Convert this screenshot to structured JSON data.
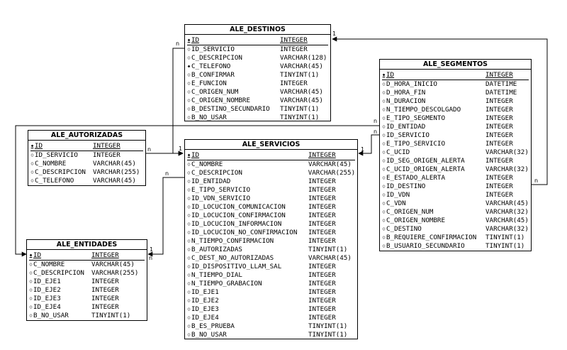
{
  "tables": [
    {
      "id": "destinos",
      "title": "ALE_DESTINOS",
      "fields": [
        {
          "mark": "◆",
          "name": "ID",
          "type": "INTEGER",
          "pk": true
        },
        {
          "mark": "○",
          "name": "ID_SERVICIO",
          "type": "INTEGER"
        },
        {
          "mark": "○",
          "name": "C_DESCRIPCION",
          "type": "VARCHAR(128)"
        },
        {
          "mark": "◆",
          "name": "C_TELEFONO",
          "type": "VARCHAR(45)"
        },
        {
          "mark": "○",
          "name": "B_CONFIRMAR",
          "type": "TINYINT(1)"
        },
        {
          "mark": "○",
          "name": "E_FUNCION",
          "type": "INTEGER"
        },
        {
          "mark": "○",
          "name": "C_ORIGEN_NUM",
          "type": "VARCHAR(45)"
        },
        {
          "mark": "○",
          "name": "C_ORIGEN_NOMBRE",
          "type": "VARCHAR(45)"
        },
        {
          "mark": "○",
          "name": "B_DESTINO_SECUNDARIO",
          "type": "TINYINT(1)"
        },
        {
          "mark": "○",
          "name": "B_NO_USAR",
          "type": "TINYINT(1)"
        }
      ]
    },
    {
      "id": "autorizadas",
      "title": "ALE_AUTORIZADAS",
      "fields": [
        {
          "mark": "◆",
          "name": "ID",
          "type": "INTEGER",
          "pk": true
        },
        {
          "mark": "○",
          "name": "ID_SERVICIO",
          "type": "INTEGER"
        },
        {
          "mark": "○",
          "name": "C_NOMBRE",
          "type": "VARCHAR(45)"
        },
        {
          "mark": "○",
          "name": "C_DESCRIPCION",
          "type": "VARCHAR(255)"
        },
        {
          "mark": "○",
          "name": "C_TELEFONO",
          "type": "VARCHAR(45)"
        }
      ]
    },
    {
      "id": "servicios",
      "title": "ALE_SERVICIOS",
      "fields": [
        {
          "mark": "◆",
          "name": "ID",
          "type": "INTEGER",
          "pk": true
        },
        {
          "mark": "○",
          "name": "C_NOMBRE",
          "type": "VARCHAR(45)"
        },
        {
          "mark": "○",
          "name": "C_DESCRIPCION",
          "type": "VARCHAR(255)"
        },
        {
          "mark": "○",
          "name": "ID_ENTIDAD",
          "type": "INTEGER"
        },
        {
          "mark": "○",
          "name": "E_TIPO_SERVICIO",
          "type": "INTEGER"
        },
        {
          "mark": "○",
          "name": "ID_VDN_SERVICIO",
          "type": "INTEGER"
        },
        {
          "mark": "○",
          "name": "ID_LOCUCION_COMUNICACION",
          "type": "INTEGER"
        },
        {
          "mark": "○",
          "name": "ID_LOCUCION_CONFIRMACION",
          "type": "INTEGER"
        },
        {
          "mark": "○",
          "name": "ID_LOCUCION_INFORMACION",
          "type": "INTEGER"
        },
        {
          "mark": "○",
          "name": "ID_LOCUCION_NO_CONFIRMACION",
          "type": "INTEGER"
        },
        {
          "mark": "○",
          "name": "N_TIEMPO_CONFIRMACION",
          "type": "INTEGER"
        },
        {
          "mark": "○",
          "name": "B_AUTORIZADAS",
          "type": "TINYINT(1)"
        },
        {
          "mark": "○",
          "name": "C_DEST_NO_AUTORIZADAS",
          "type": "VARCHAR(45)"
        },
        {
          "mark": "○",
          "name": "ID_DISPOSITIVO_LLAM_SAL",
          "type": "INTEGER"
        },
        {
          "mark": "○",
          "name": "N_TIEMPO_DIAL",
          "type": "INTEGER"
        },
        {
          "mark": "○",
          "name": "N_TIEMPO_GRABACION",
          "type": "INTEGER"
        },
        {
          "mark": "○",
          "name": "ID_EJE1",
          "type": "INTEGER"
        },
        {
          "mark": "○",
          "name": "ID_EJE2",
          "type": "INTEGER"
        },
        {
          "mark": "○",
          "name": "ID_EJE3",
          "type": "INTEGER"
        },
        {
          "mark": "○",
          "name": "ID_EJE4",
          "type": "INTEGER"
        },
        {
          "mark": "○",
          "name": "B_ES_PRUEBA",
          "type": "TINYINT(1)"
        },
        {
          "mark": "○",
          "name": "B_NO_USAR",
          "type": "TINYINT(1)"
        }
      ]
    },
    {
      "id": "entidades",
      "title": "ALE_ENTIDADES",
      "fields": [
        {
          "mark": "◆",
          "name": "ID",
          "type": "INTEGER",
          "pk": true
        },
        {
          "mark": "○",
          "name": "C_NOMBRE",
          "type": "VARCHAR(45)"
        },
        {
          "mark": "○",
          "name": "C_DESCRIPCION",
          "type": "VARCHAR(255)"
        },
        {
          "mark": "○",
          "name": "ID_EJE1",
          "type": "INTEGER"
        },
        {
          "mark": "○",
          "name": "ID_EJE2",
          "type": "INTEGER"
        },
        {
          "mark": "○",
          "name": "ID_EJE3",
          "type": "INTEGER"
        },
        {
          "mark": "○",
          "name": "ID_EJE4",
          "type": "INTEGER"
        },
        {
          "mark": "○",
          "name": "B_NO_USAR",
          "type": "TINYINT(1)"
        }
      ]
    },
    {
      "id": "segmentos",
      "title": "ALE_SEGMENTOS",
      "fields": [
        {
          "mark": "◆",
          "name": "ID",
          "type": "INTEGER",
          "pk": true
        },
        {
          "mark": "○",
          "name": "D_HORA_INICIO",
          "type": "DATETIME"
        },
        {
          "mark": "○",
          "name": "D_HORA_FIN",
          "type": "DATETIME"
        },
        {
          "mark": "○",
          "name": "N_DURACION",
          "type": "INTEGER"
        },
        {
          "mark": "○",
          "name": "N_TIEMPO_DESCOLGADO",
          "type": "INTEGER"
        },
        {
          "mark": "○",
          "name": "E_TIPO_SEGMENTO",
          "type": "INTEGER"
        },
        {
          "mark": "○",
          "name": "ID_ENTIDAD",
          "type": "INTEGER"
        },
        {
          "mark": "○",
          "name": "ID_SERVICIO",
          "type": "INTEGER"
        },
        {
          "mark": "○",
          "name": "E_TIPO_SERVICIO",
          "type": "INTEGER"
        },
        {
          "mark": "○",
          "name": "C_UCID",
          "type": "VARCHAR(32)"
        },
        {
          "mark": "○",
          "name": "ID_SEG_ORIGEN_ALERTA",
          "type": "INTEGER"
        },
        {
          "mark": "○",
          "name": "C_UCID_ORIGEN_ALERTA",
          "type": "VARCHAR(32)"
        },
        {
          "mark": "○",
          "name": "E_ESTADO_ALERTA",
          "type": "INTEGER"
        },
        {
          "mark": "○",
          "name": "ID_DESTINO",
          "type": "INTEGER"
        },
        {
          "mark": "○",
          "name": "ID_VDN",
          "type": "INTEGER"
        },
        {
          "mark": "○",
          "name": "C_VDN",
          "type": "VARCHAR(45)"
        },
        {
          "mark": "○",
          "name": "C_ORIGEN_NUM",
          "type": "VARCHAR(32)"
        },
        {
          "mark": "○",
          "name": "C_ORIGEN_NOMBRE",
          "type": "VARCHAR(45)"
        },
        {
          "mark": "○",
          "name": "C_DESTINO",
          "type": "VARCHAR(32)"
        },
        {
          "mark": "○",
          "name": "B_REQUIERE_CONFIRMACION",
          "type": "TINYINT(1)"
        },
        {
          "mark": "○",
          "name": "B_USUARIO_SECUNDARIO",
          "type": "TINYINT(1)"
        }
      ]
    }
  ],
  "cardinality_labels": [
    {
      "id": "dest-n",
      "text": "n"
    },
    {
      "id": "dest-1",
      "text": "1"
    },
    {
      "id": "seg-1",
      "text": "1"
    },
    {
      "id": "seg-n-top",
      "text": "n"
    },
    {
      "id": "seg-n-side",
      "text": "n"
    },
    {
      "id": "seg-n-bottom",
      "text": "n"
    },
    {
      "id": "aut-n",
      "text": "n"
    },
    {
      "id": "serv-1",
      "text": "1"
    },
    {
      "id": "serv-n",
      "text": "n"
    },
    {
      "id": "ent-1",
      "text": "1"
    },
    {
      "id": "ent-n",
      "text": "n"
    }
  ]
}
